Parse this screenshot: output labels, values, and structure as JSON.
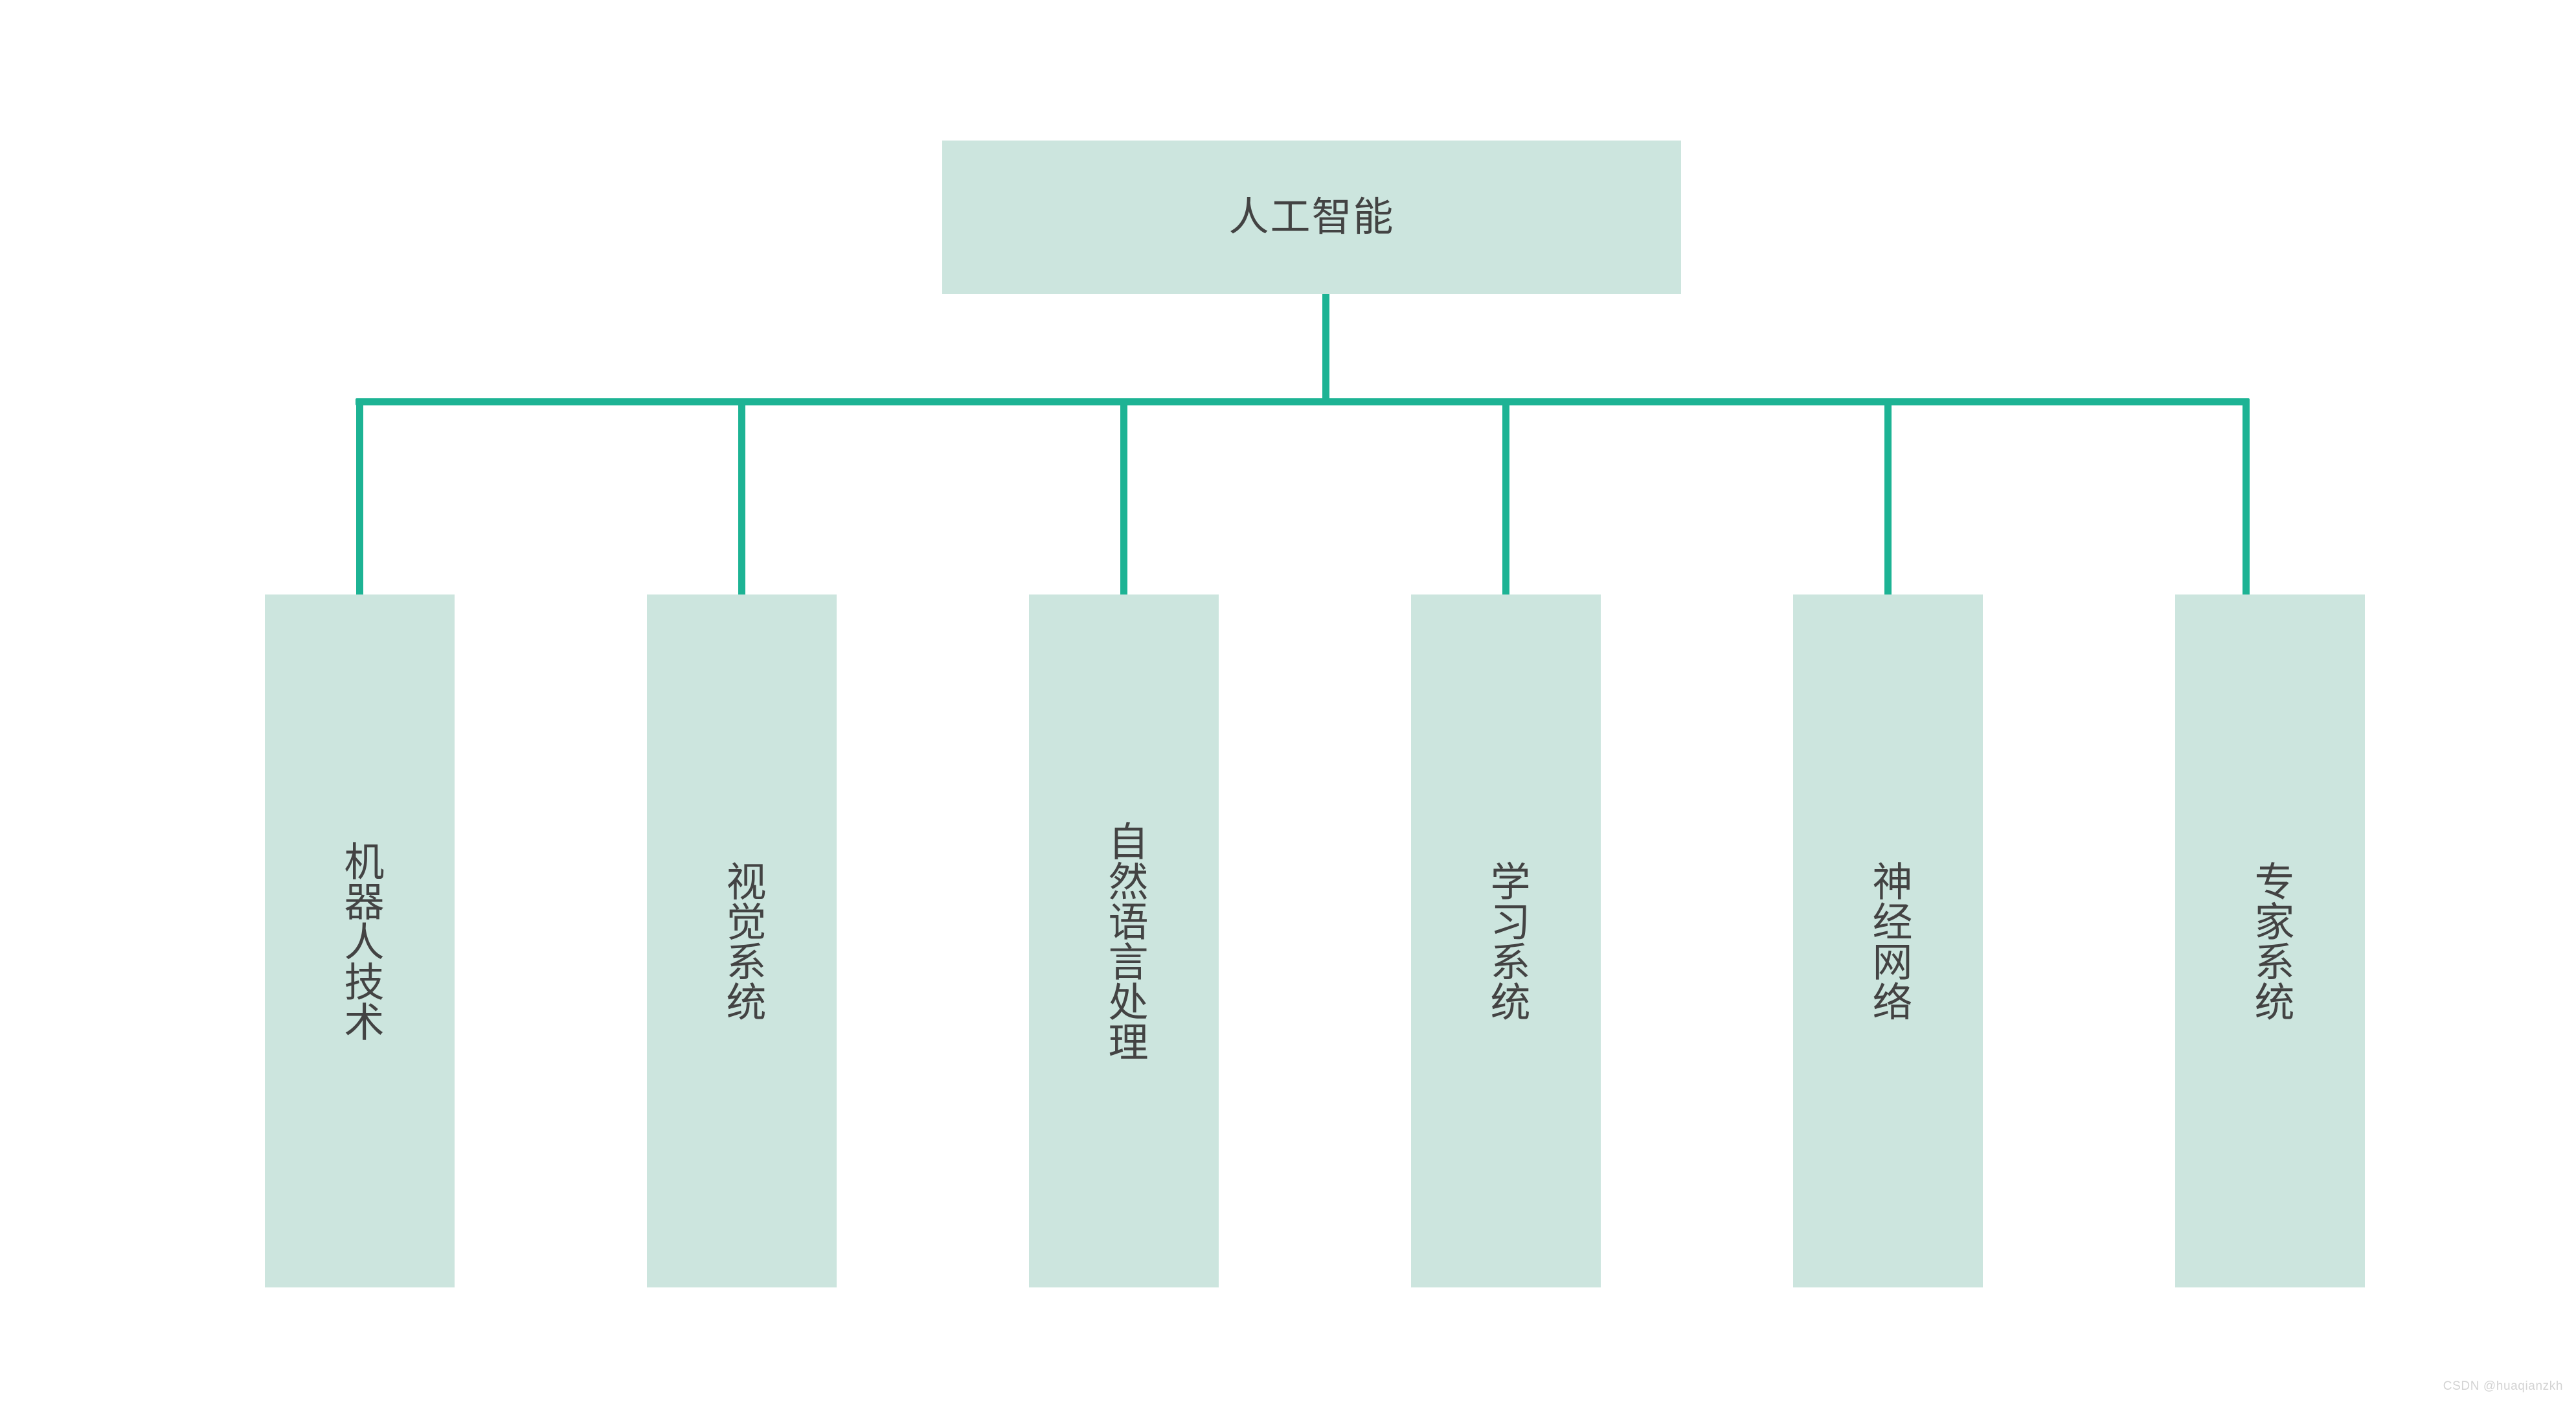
{
  "diagram": {
    "type": "organizational-tree",
    "orientation": "top-down",
    "root": {
      "label": "人工智能"
    },
    "children": [
      {
        "label": "机器人技术"
      },
      {
        "label": "视觉系统"
      },
      {
        "label": "自然语言处理"
      },
      {
        "label": "学习系统"
      },
      {
        "label": "神经网络"
      },
      {
        "label": "专家系统"
      }
    ]
  },
  "colors": {
    "node_fill": "#cce5de",
    "connector": "#1db394",
    "text": "#434343",
    "background": "#ffffff",
    "watermark": "#d3d3d3"
  },
  "watermark": {
    "text": "CSDN @huaqianzkh"
  }
}
